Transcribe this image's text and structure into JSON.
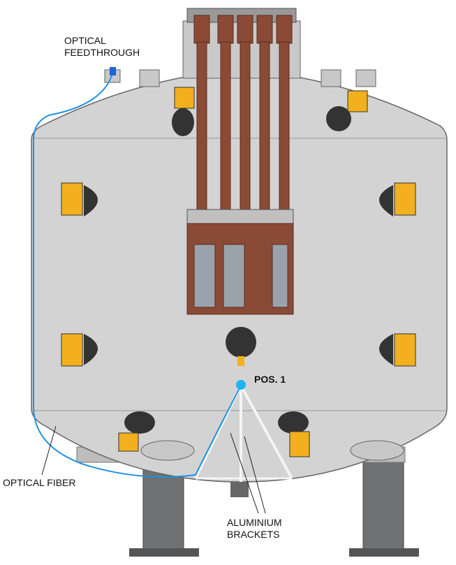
{
  "labels": {
    "feedthrough_line1": "OPTICAL",
    "feedthrough_line2": "FEEDTHROUGH",
    "position": "POS. 1",
    "fiber": "OPTICAL FIBER",
    "brackets_line1": "ALUMINIUM",
    "brackets_line2": "BRACKETS"
  },
  "colors": {
    "tank": "#d3d3d3",
    "fiber": "#1e90e0",
    "tubes": "#8b4a35",
    "pmt_base": "#f2b01e",
    "pmt_dome": "#333333"
  }
}
